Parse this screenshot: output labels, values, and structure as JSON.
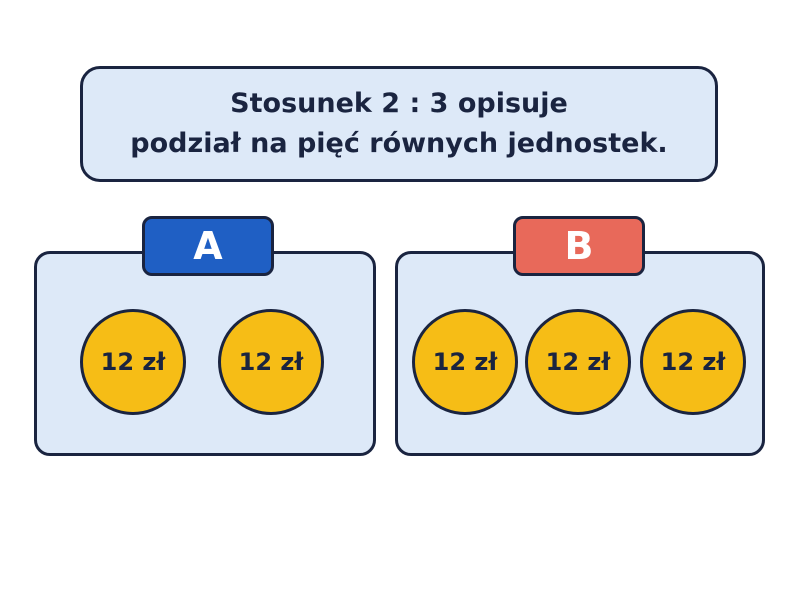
{
  "caption": {
    "line1": "Stosunek 2 : 3 opisuje",
    "line2": "podział na pięć równych jednostek."
  },
  "groups": [
    {
      "label": "A",
      "color": "#1f5fc4",
      "coins": [
        "12 zł",
        "12 zł"
      ]
    },
    {
      "label": "B",
      "color": "#e8695a",
      "coins": [
        "12 zł",
        "12 zł",
        "12 zł"
      ]
    }
  ],
  "colors": {
    "panel": "#dde9f8",
    "outline": "#1a2440",
    "coin": "#f6bd16"
  }
}
